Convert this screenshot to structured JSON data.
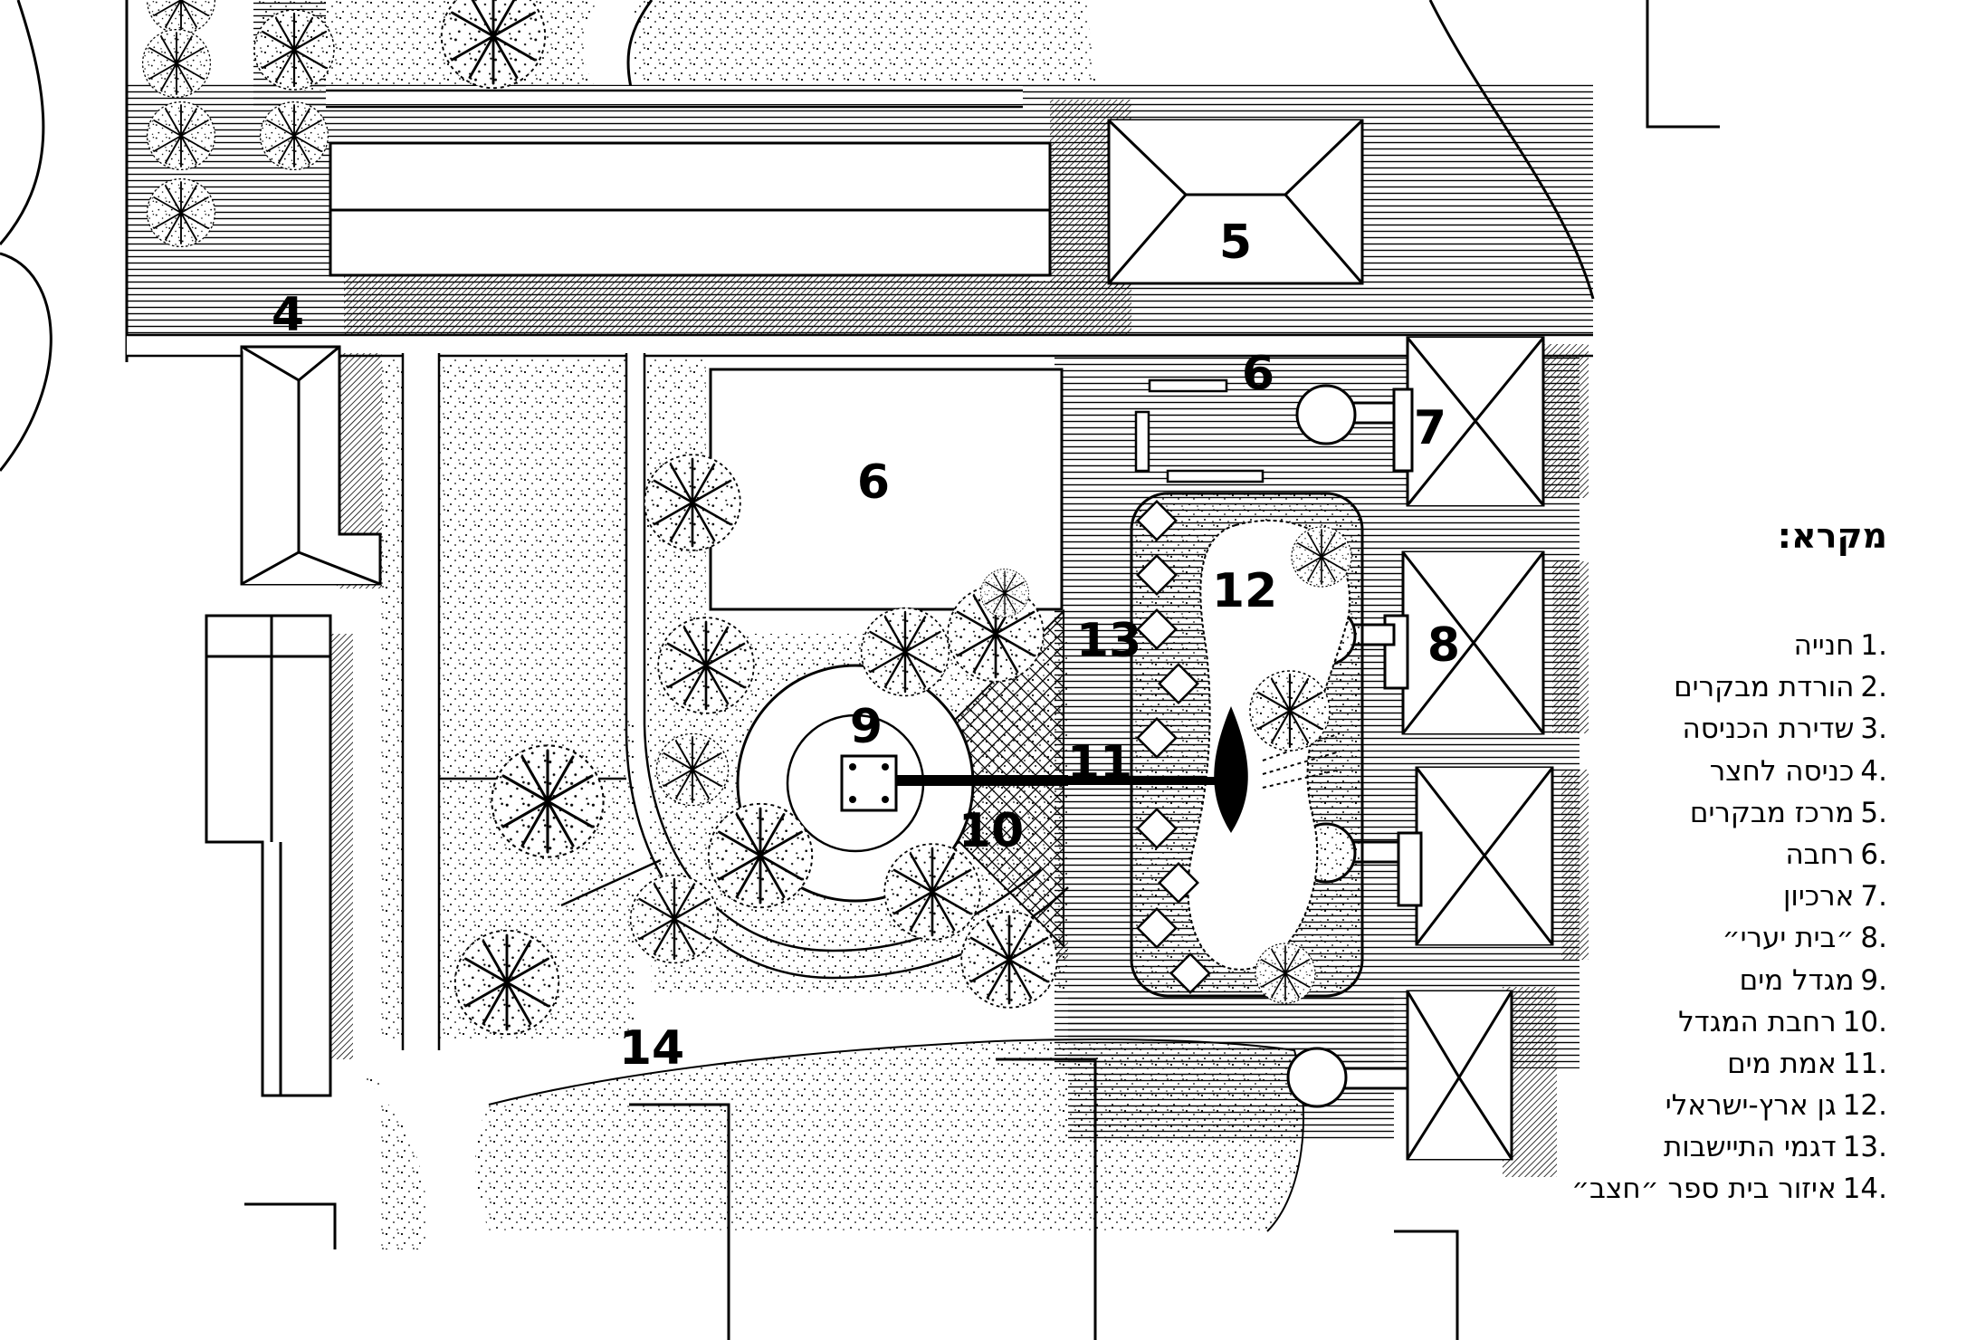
{
  "map": {
    "labels": [
      "4",
      "5",
      "6",
      "6",
      "7",
      "8",
      "9",
      "10",
      "11",
      "12",
      "13",
      "14"
    ],
    "legend_title": "מקרא:",
    "legend": [
      {
        "num": "1.",
        "text": "חנייה"
      },
      {
        "num": "2.",
        "text": "הורדת מבקרים"
      },
      {
        "num": "3.",
        "text": "שדירת הכניסה"
      },
      {
        "num": "4.",
        "text": "כניסה לחצר"
      },
      {
        "num": "5.",
        "text": "מרכז מבקרים"
      },
      {
        "num": "6.",
        "text": "רחבה"
      },
      {
        "num": "7.",
        "text": "ארכיון"
      },
      {
        "num": "8.",
        "text": "״בית יערי״"
      },
      {
        "num": "9.",
        "text": "מגדל מים"
      },
      {
        "num": "10.",
        "text": "רחבת המגדל"
      },
      {
        "num": "11.",
        "text": "אמת מים"
      },
      {
        "num": "12.",
        "text": "גן ארץ-ישראלי"
      },
      {
        "num": "13.",
        "text": "דגמי התיישבות"
      },
      {
        "num": "14.",
        "text": "איזור בית ספר ״חצב״"
      }
    ]
  }
}
